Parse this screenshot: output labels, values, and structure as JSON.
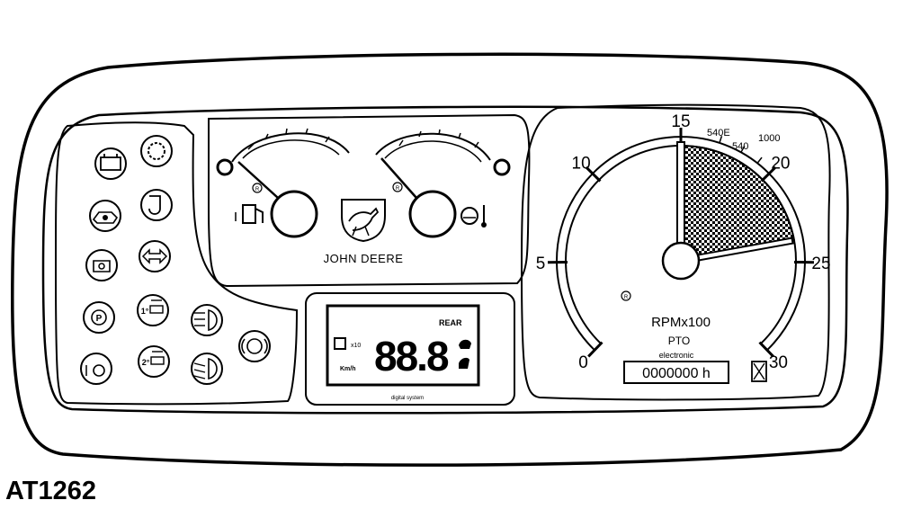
{
  "figure_id": "AT1262",
  "brand": "JOHN DEERE",
  "display": {
    "digits": "88.8",
    "rear_label": "REAR",
    "x10_label": "x10",
    "unit_label": "Km/h",
    "caption": "digital system"
  },
  "tachometer": {
    "ticks": [
      "0",
      "5",
      "10",
      "15",
      "20",
      "25",
      "30"
    ],
    "pto_marks": [
      "540E",
      "540",
      "1000"
    ],
    "rpm_label": "RPMx100",
    "pto_label": "PTO",
    "electronic_label": "electronic",
    "hours_value": "0000000 h"
  },
  "small_icons": {
    "gauge_left_marker": "R",
    "gauge_right_marker": "R",
    "tach_marker": "R",
    "gear_1": "1°",
    "gear_2": "2°"
  }
}
